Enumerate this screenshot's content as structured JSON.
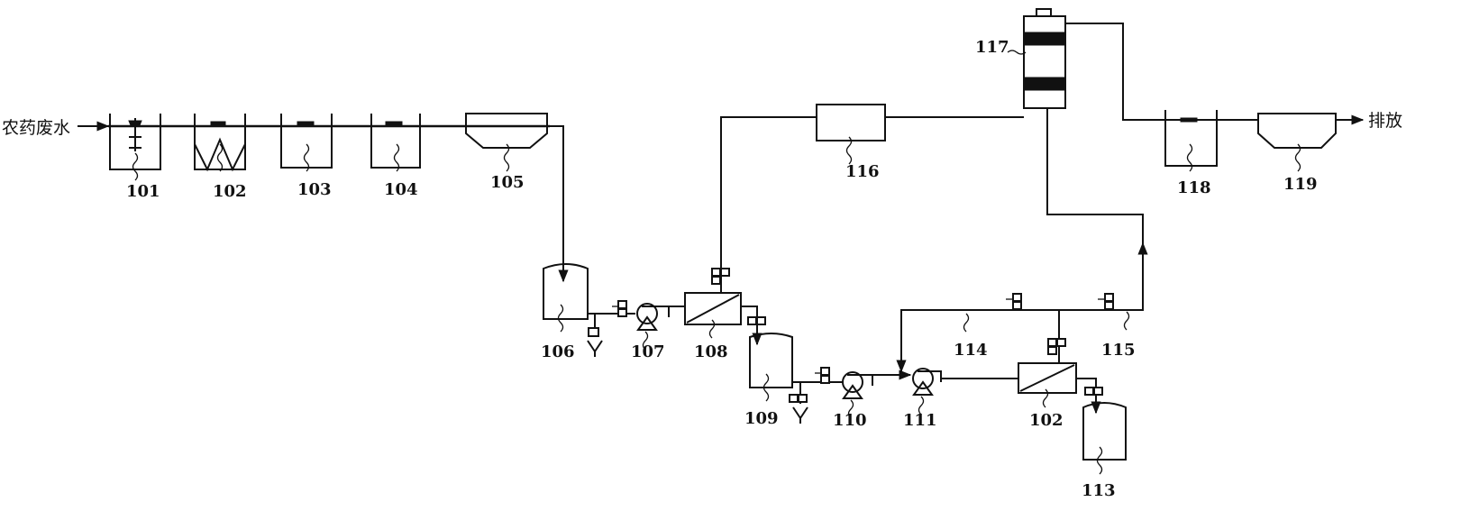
{
  "labels": {
    "inlet": "农药废水",
    "outlet": "排放"
  },
  "units": {
    "u101": "101",
    "u102a": "102",
    "u103": "103",
    "u104": "104",
    "u105": "105",
    "u106": "106",
    "u107": "107",
    "u108": "108",
    "u109": "109",
    "u110": "110",
    "u111": "111",
    "u102b": "102",
    "u113": "113",
    "u114": "114",
    "u115": "115",
    "u116": "116",
    "u117": "117",
    "u118": "118",
    "u119": "119"
  }
}
